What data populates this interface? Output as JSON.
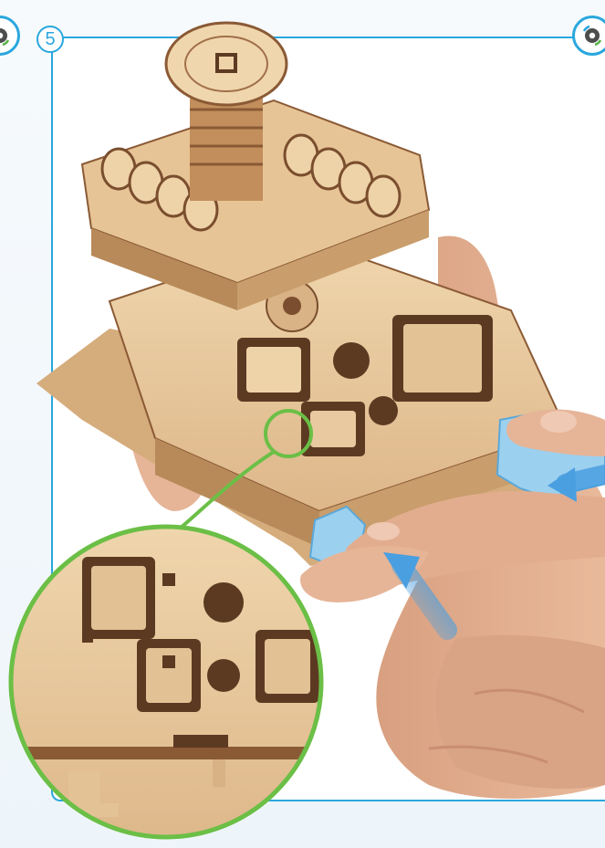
{
  "step": {
    "number": "5"
  },
  "badges": {
    "left_icon": "gear-rotate-icon",
    "right_icon": "gear-rotate-icon"
  },
  "colors": {
    "frame": "#2aa7de",
    "wood_light": "#e8c9a0",
    "wood_dark": "#8a5a35",
    "skin": "#e0ac8e",
    "blue_part": "#9cd0ef",
    "arrow": "#4a9fe0",
    "zoom_circle": "#6bbf46"
  },
  "illustration": {
    "subject": "assembly-step-illustration",
    "zoom_detail": "magnified-lock-detail"
  }
}
